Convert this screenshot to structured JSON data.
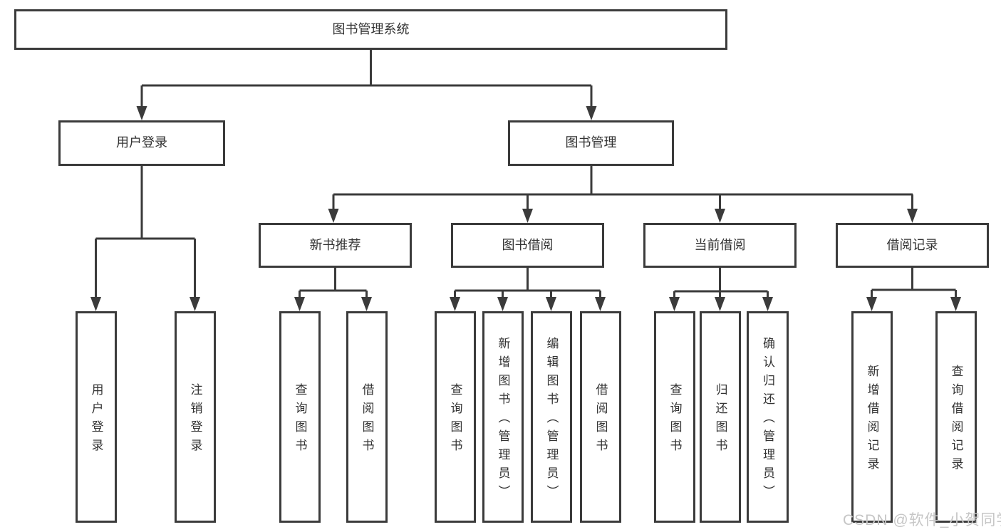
{
  "nodes": {
    "root": "图书管理系统",
    "level2": [
      "用户登录",
      "图书管理"
    ],
    "level3": [
      "新书推荐",
      "图书借阅",
      "当前借阅",
      "借阅记录"
    ],
    "leaves": [
      "用户登录",
      "注销登录",
      "查询图书",
      "借阅图书",
      "查询图书",
      "新增图书（管理员）",
      "编辑图书（管理员）",
      "借阅图书",
      "查询图书",
      "归还图书",
      "确认归还（管理员）",
      "新增借阅记录",
      "查询借阅记录"
    ]
  },
  "watermark": "CSDN @软件_小贺同学",
  "colors": {
    "line": "#3b3b3b",
    "text": "#333333",
    "canvas": "#ffffff",
    "watermark": "#c6c6c6"
  }
}
